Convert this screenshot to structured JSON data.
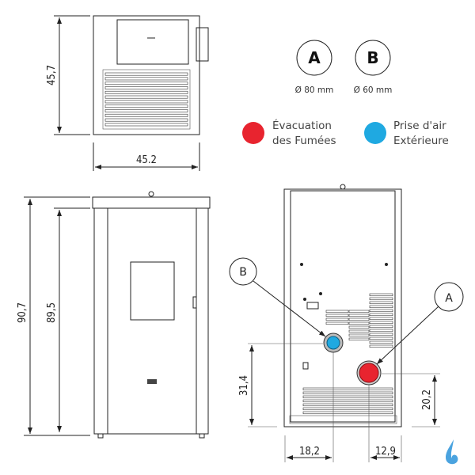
{
  "legend": {
    "connectors": [
      {
        "letter": "A",
        "diameter": "Ø 80 mm"
      },
      {
        "letter": "B",
        "diameter": "Ø 60 mm"
      }
    ],
    "items": [
      {
        "line1": "Évacuation",
        "line2": "des Fumées",
        "color": "#e8242f"
      },
      {
        "line1": "Prise d'air",
        "line2": "Extérieure",
        "color": "#1fa9e1"
      }
    ]
  },
  "top_view": {
    "depth": "45,7",
    "width": "45.2"
  },
  "front_view": {
    "total_height": "90,7",
    "body_height": "89,5"
  },
  "back_view": {
    "callout_a": "A",
    "callout_b": "B",
    "b_height": "31,4",
    "a_height": "20,2",
    "b_offset": "18,2",
    "a_offset": "12,9"
  }
}
